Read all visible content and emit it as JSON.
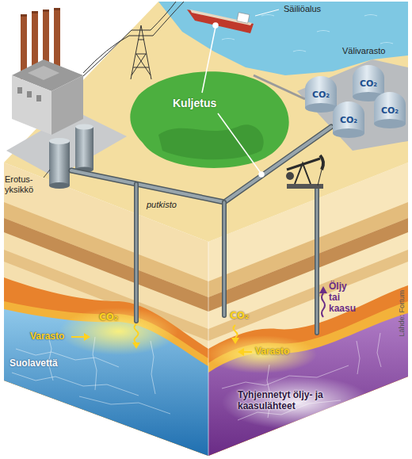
{
  "diagram": {
    "labels": [
      "Säiliöalus",
      "Välivarasto",
      "Kuljetus",
      "Erotus- yksikkö",
      "putkisto",
      "CO₂",
      "CO₂",
      "CO₂",
      "CO₂",
      "CO₂",
      "Varasto",
      "Suolavettä",
      "CO₂",
      "Varasto",
      "Öljy tai kaasu",
      "Tyhjennetyt öljy- ja kaasulähteet",
      "Lähde: Fortum"
    ]
  }
}
